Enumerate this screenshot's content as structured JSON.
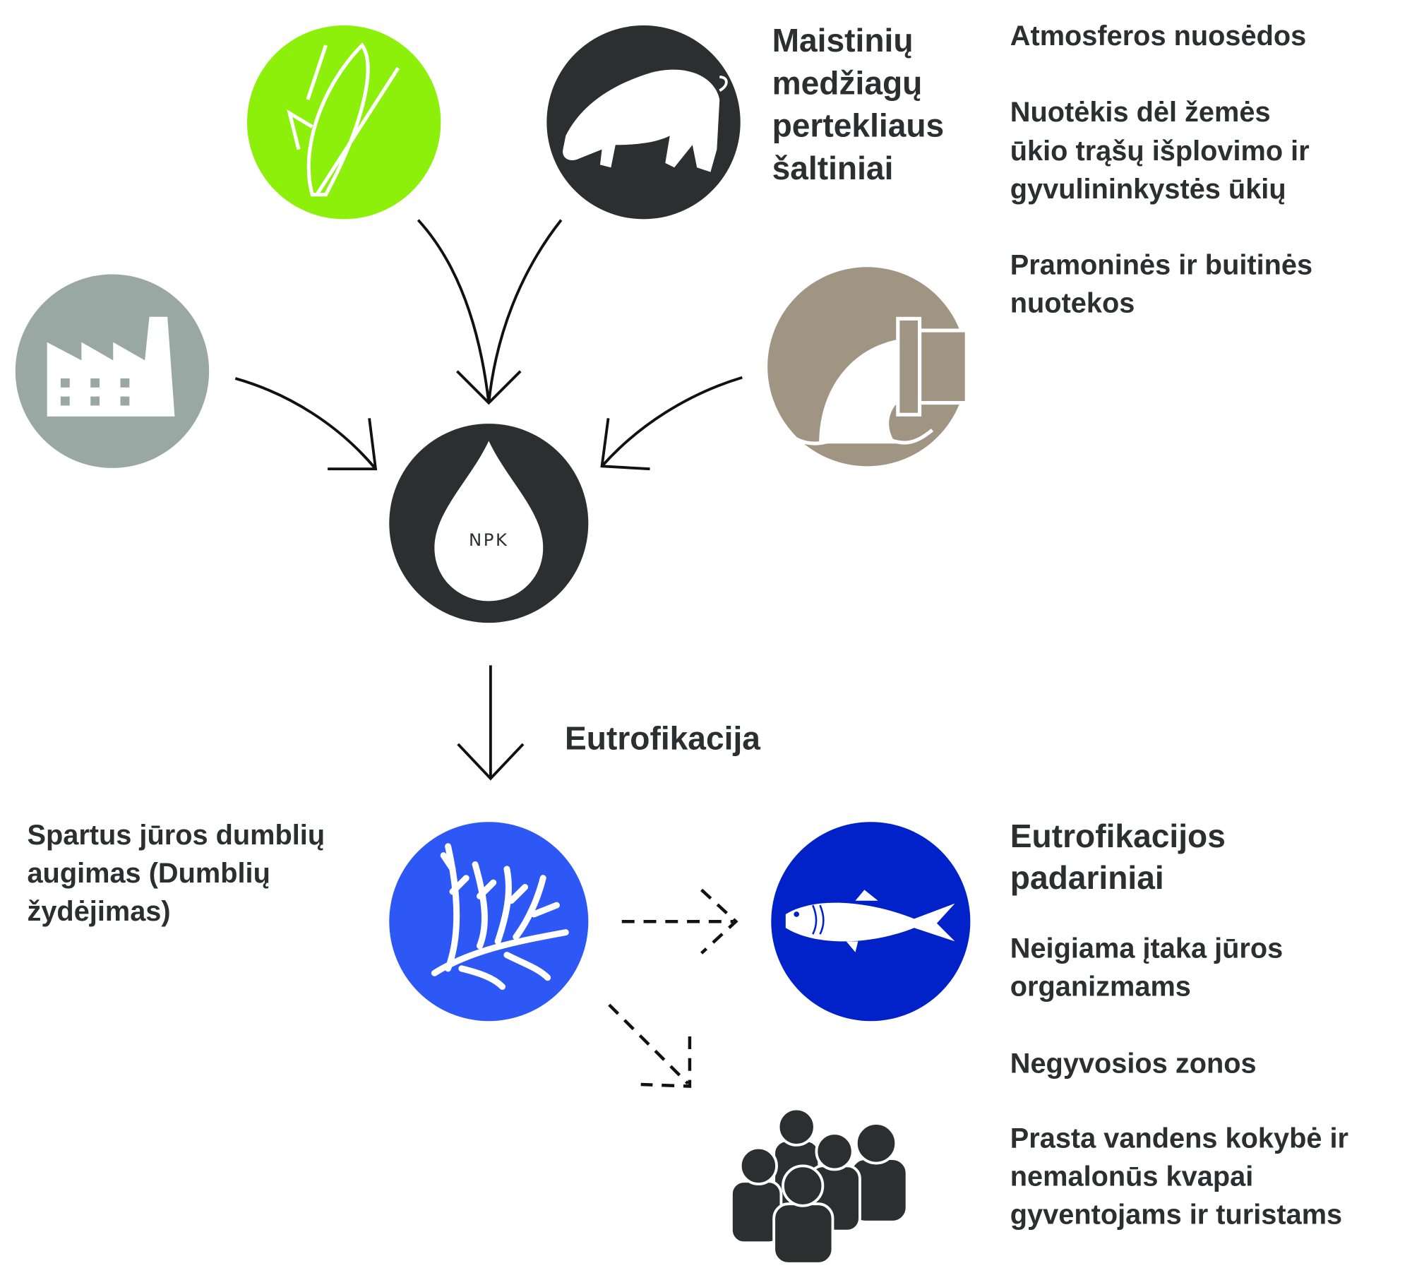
{
  "sources": {
    "heading": [
      "Maistinių",
      "medžiagų",
      "pertekliaus",
      "šaltiniai"
    ],
    "atmospheric": [
      "Atmosferos nuosėdos"
    ],
    "agricultural": [
      "Nuotėkis dėl žemės",
      "ūkio trąšų išplovimo ir",
      "gyvulininkystės ūkių"
    ],
    "industrial": [
      "Pramoninės ir buitinės",
      "nuotekos"
    ]
  },
  "center": {
    "label": "NPK"
  },
  "process": {
    "label": "Eutrofikacija"
  },
  "algae": {
    "text": [
      "Spartus jūros dumblių",
      "augimas (Dumblių",
      "žydėjimas)"
    ]
  },
  "effects": {
    "heading": [
      "Eutrofikacijos",
      "padariniai"
    ],
    "marine": [
      "Neigiama įtaka jūros",
      "organizmams"
    ],
    "dead_zones": [
      "Negyvosios zonos"
    ],
    "water_quality": [
      "Prasta vandens kokybė ir",
      "nemalonūs kvapai",
      "gyventojams ir turistams"
    ]
  },
  "colors": {
    "corn": "#8cf00a",
    "pig": "#2b2f30",
    "factory": "#9aa8a4",
    "pipe": "#a09483",
    "algae": "#2e58f6",
    "fish": "#0121c9",
    "people": "#2b2f30"
  }
}
